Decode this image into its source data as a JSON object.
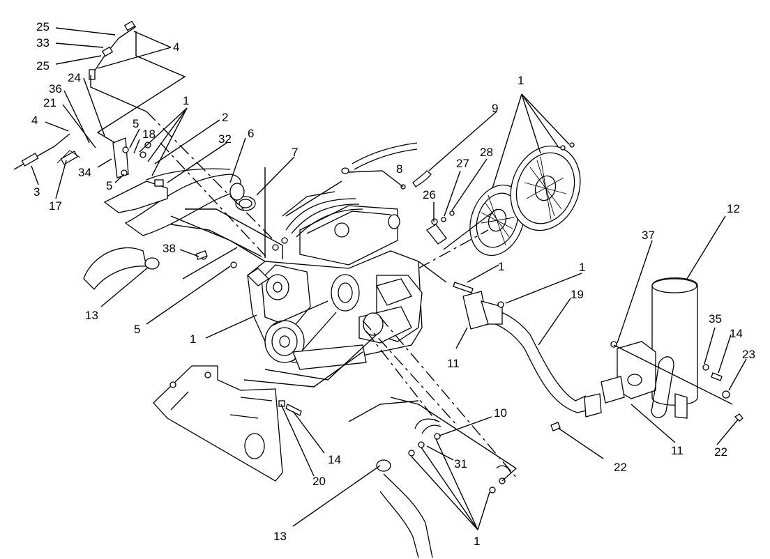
{
  "callouts": {
    "c25a": "25",
    "c33": "33",
    "c25b": "25",
    "c4a": "4",
    "c24": "24",
    "c36": "36",
    "c21": "21",
    "c4b": "4",
    "c1a": "1",
    "c5a": "5",
    "c18": "18",
    "c2": "2",
    "c32": "32",
    "c6": "6",
    "c7": "7",
    "c34": "34",
    "c5b": "5",
    "c3": "3",
    "c17": "17",
    "c9": "9",
    "c1b": "1",
    "c28": "28",
    "c27": "27",
    "c8": "8",
    "c26": "26",
    "c12": "12",
    "c37": "37",
    "c38": "38",
    "c13a": "13",
    "c5c": "5",
    "c1c": "1",
    "c1d": "1",
    "c1e": "1",
    "c19": "19",
    "c11a": "11",
    "c35": "35",
    "c14a": "14",
    "c23": "23",
    "c22a": "22",
    "c11b": "11",
    "c10": "10",
    "c31": "31",
    "c14b": "14",
    "c20": "20",
    "c22b": "22",
    "c13b": "13",
    "c1f": "1"
  }
}
